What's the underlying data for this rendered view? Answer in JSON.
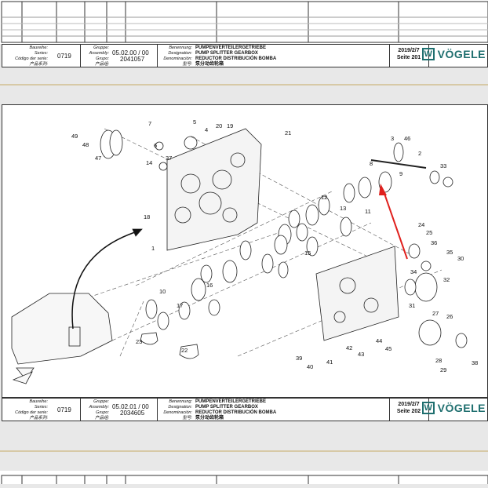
{
  "labels": {
    "series_labels": [
      "Baureihe:",
      "Series:",
      "Código der serie:",
      "产品系列:"
    ],
    "group_labels": [
      "Gruppe:",
      "Assembly:",
      "Grupo:",
      "产品组:"
    ],
    "name_labels": [
      "Benennung:",
      "Designation:",
      "Denominación:",
      "型号:"
    ]
  },
  "pages": [
    {
      "series": "0719",
      "assembly": "05.02.00 / 00",
      "group_no": "2041057",
      "names": [
        "PUMPENVERTEILERGETRIEBE",
        "PUMP SPLITTER GEARBOX",
        "REDUCTOR DISTRIBUCIÓN BOMBA",
        "泵分动齿轮箱"
      ],
      "date": "2019/2/7",
      "page": "Seite 201"
    },
    {
      "series": "0719",
      "assembly": "05.02.01 / 00",
      "group_no": "2034605",
      "names": [
        "PUMPENVERTEILERGETRIEBE",
        "PUMP SPLITTER GEARBOX",
        "REDUCTOR DISTRIBUCIÓN BOMBA",
        "泵分动齿轮箱"
      ],
      "date": "2019/2/7",
      "page": "Seite 202"
    }
  ],
  "brand": "VÖGELE",
  "brand_color": "#1f6f6f",
  "part_callouts": [
    "1",
    "2",
    "3",
    "4",
    "5",
    "6",
    "7",
    "8",
    "9",
    "10",
    "11",
    "12",
    "13",
    "14",
    "15",
    "16",
    "17",
    "18",
    "19",
    "20",
    "21",
    "22",
    "23",
    "24",
    "25",
    "26",
    "27",
    "28",
    "29",
    "30",
    "31",
    "32",
    "33",
    "34",
    "35",
    "36",
    "37",
    "38",
    "39",
    "40",
    "41",
    "42",
    "43",
    "44",
    "45",
    "46",
    "47",
    "48",
    "49"
  ]
}
